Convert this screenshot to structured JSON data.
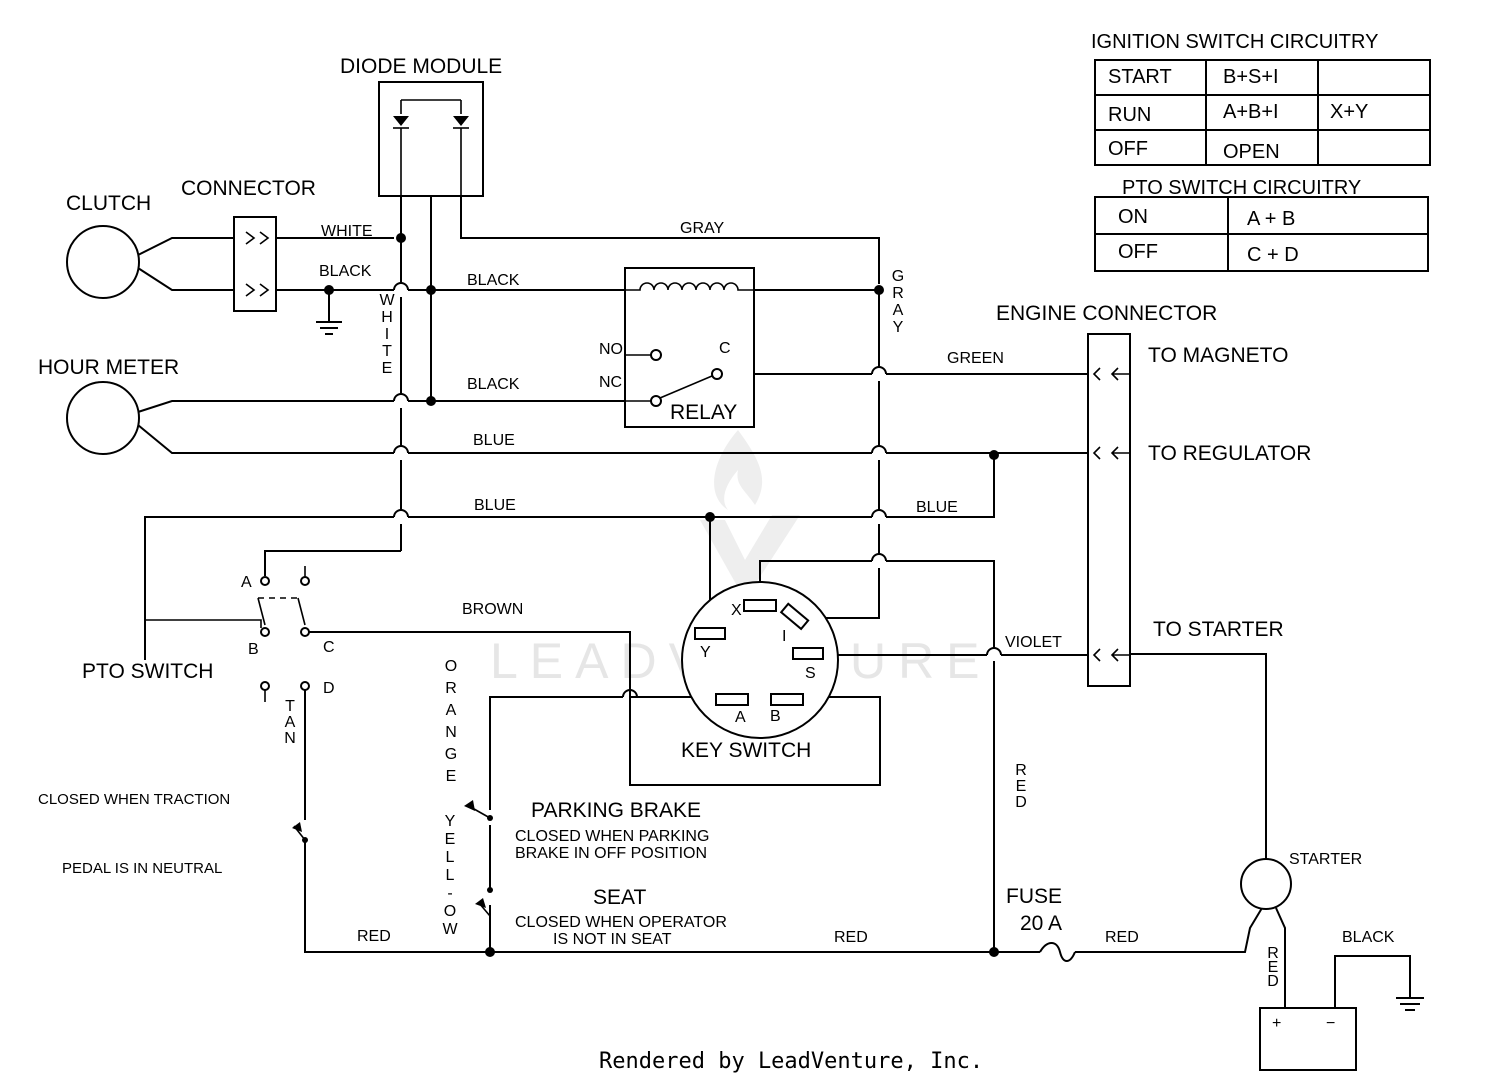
{
  "labels": {
    "diode_module": "DIODE MODULE",
    "clutch": "CLUTCH",
    "connector": "CONNECTOR",
    "hour_meter": "HOUR METER",
    "relay": "RELAY",
    "relay_no": "NO",
    "relay_nc": "NC",
    "relay_c": "C",
    "engine_connector": "ENGINE CONNECTOR",
    "to_magneto": "TO MAGNETO",
    "to_regulator": "TO REGULATOR",
    "to_starter": "TO STARTER",
    "pto_switch": "PTO SWITCH",
    "pto_a": "A",
    "pto_b": "B",
    "pto_c": "C",
    "pto_d": "D",
    "key_switch": "KEY SWITCH",
    "key_x": "X",
    "key_y": "Y",
    "key_i": "I",
    "key_s": "S",
    "key_a": "A",
    "key_b": "B",
    "parking_brake": "PARKING BRAKE",
    "parking_note_1": "CLOSED WHEN  PARKING",
    "parking_note_2": "BRAKE IN OFF POSITION",
    "seat": "SEAT",
    "seat_note_1": "CLOSED WHEN OPERATOR",
    "seat_note_2": "IS NOT IN SEAT",
    "traction_note_1": "CLOSED WHEN  TRACTION",
    "traction_note_2": "PEDAL IS IN NEUTRAL",
    "fuse": "FUSE",
    "fuse_rating": "20 A",
    "starter": "STARTER",
    "battery_plus": "+",
    "battery_minus": "−"
  },
  "wires": {
    "white": "WHITE",
    "black_clutch": "BLACK",
    "black_relay": "BLACK",
    "black_hour": "BLACK",
    "gray": "GRAY",
    "green": "GREEN",
    "blue_1": "BLUE",
    "blue_2": "BLUE",
    "blue_3": "BLUE",
    "brown": "BROWN",
    "violet": "VIOLET",
    "red_1": "RED",
    "red_2": "RED",
    "red_3": "RED",
    "black_battery": "BLACK",
    "white_vertical": "WHITE",
    "gray_vertical": "GRAY",
    "tan_vertical": "TAN",
    "orange_vertical": "ORANGE",
    "yellow_vertical": "YELL-OW",
    "red_vertical": "RED",
    "red_battery_vertical": "RED"
  },
  "ignition_table": {
    "title": "IGNITION SWITCH CIRCUITRY",
    "rows": [
      [
        "START",
        "B+S+I",
        ""
      ],
      [
        "RUN",
        "A+B+I",
        "X+Y"
      ],
      [
        "OFF",
        "OPEN",
        ""
      ]
    ]
  },
  "pto_table": {
    "title": "PTO SWITCH CIRCUITRY",
    "rows": [
      [
        "ON",
        "A + B"
      ],
      [
        "OFF",
        "C + D"
      ]
    ]
  },
  "watermark": "LEADVENTURE",
  "footer": "Rendered by LeadVenture, Inc."
}
